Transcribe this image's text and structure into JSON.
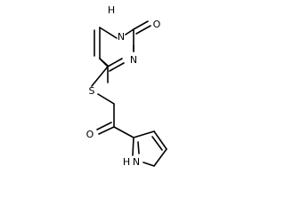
{
  "structure": {
    "atoms": {
      "nh_top": "H",
      "n_top": "N",
      "o_carbonyl_top": "O",
      "n_ring": "N",
      "s": "S",
      "o_ketone": "O",
      "nh_pyrrole_h": "H",
      "nh_pyrrole_n": "N"
    }
  }
}
